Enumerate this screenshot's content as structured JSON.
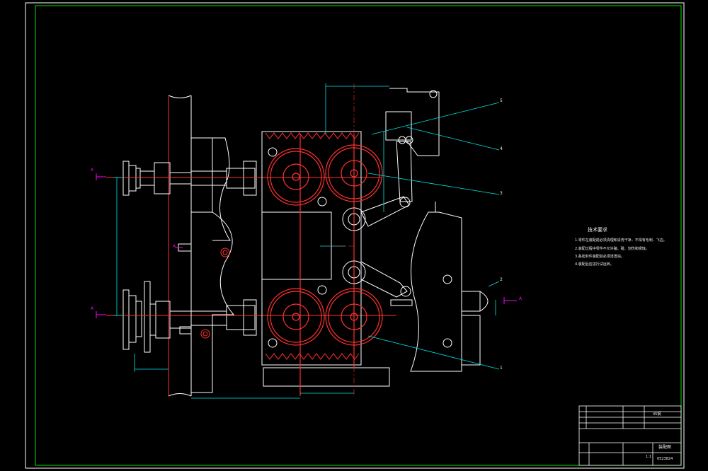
{
  "notes": {
    "title": "技术要求",
    "lines": [
      "1.零件在装配前必须清理和清洗干净，不得有毛刺、飞边。",
      "2.装配过程中零件不允许磕、碰、划伤和锈蚀。",
      "3.各密封件装配前必须浸透油。",
      "4.装配后应进行试运转。"
    ]
  },
  "title_block": {
    "drawing_name": "装配图",
    "drawing_number": "0523824",
    "scale": "1:1",
    "material": "45钢"
  },
  "callouts": [
    "1",
    "2",
    "3",
    "4",
    "5"
  ],
  "section_labels": [
    "A",
    "A",
    "A",
    "A"
  ],
  "colors": {
    "background": "#000000",
    "outline": "#ffffff",
    "center_line": "#ff3030",
    "dimension": "#00e5e5",
    "section_mark": "#ff00ff",
    "gears": "#ff3030"
  }
}
